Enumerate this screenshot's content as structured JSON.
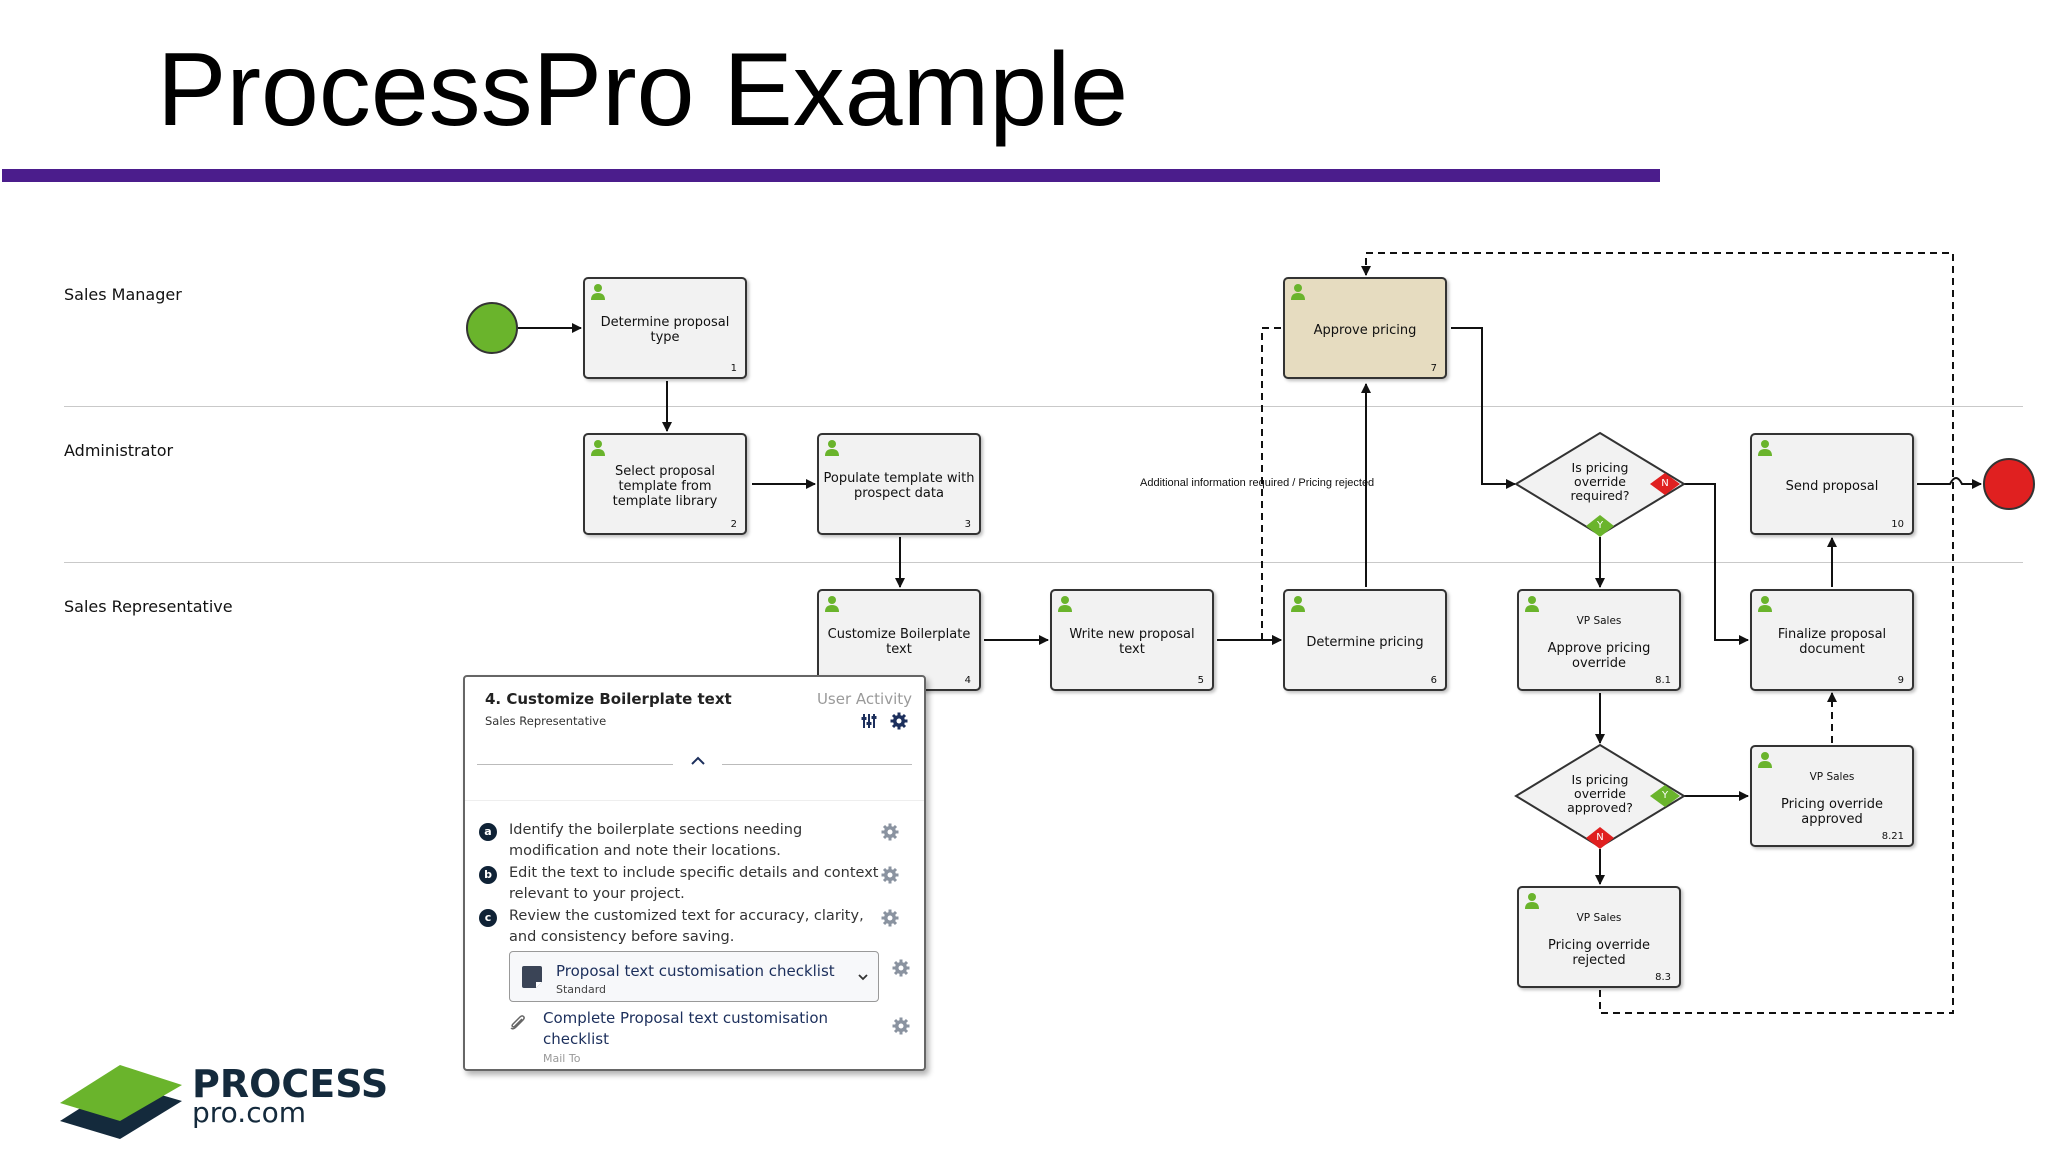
{
  "title": "ProcessPro Example",
  "colors": {
    "title_bar": "#4b1d8c",
    "start_event": "#6ab42c",
    "end_event": "#e02020",
    "highlight_task": "#e6dcc0",
    "gateway_yes": "#6ab42c",
    "gateway_no": "#e02020",
    "person_icon": "#6ab42c"
  },
  "lanes": [
    {
      "label": "Sales Manager"
    },
    {
      "label": "Administrator"
    },
    {
      "label": "Sales Representative"
    }
  ],
  "tasks": [
    {
      "id": "t1",
      "label": "Determine proposal type",
      "number": "1",
      "role": ""
    },
    {
      "id": "t2",
      "label": "Select proposal template from template library",
      "number": "2",
      "role": ""
    },
    {
      "id": "t3",
      "label": "Populate template with prospect data",
      "number": "3",
      "role": ""
    },
    {
      "id": "t4",
      "label": "Customize Boilerplate text",
      "number": "4",
      "role": ""
    },
    {
      "id": "t5",
      "label": "Write new proposal text",
      "number": "5",
      "role": ""
    },
    {
      "id": "t6",
      "label": "Determine pricing",
      "number": "6",
      "role": ""
    },
    {
      "id": "t7",
      "label": "Approve pricing",
      "number": "7",
      "role": ""
    },
    {
      "id": "t81",
      "label": "Approve pricing override",
      "number": "8.1",
      "role": "VP Sales"
    },
    {
      "id": "t821",
      "label": "Pricing override approved",
      "number": "8.21",
      "role": "VP Sales"
    },
    {
      "id": "t83",
      "label": "Pricing override rejected",
      "number": "8.3",
      "role": "VP Sales"
    },
    {
      "id": "t9",
      "label": "Finalize proposal document",
      "number": "9",
      "role": ""
    },
    {
      "id": "t10",
      "label": "Send proposal",
      "number": "10",
      "role": ""
    }
  ],
  "gateways": [
    {
      "id": "g1",
      "label": "Is pricing override required?",
      "yes": "Y",
      "no": "N"
    },
    {
      "id": "g2",
      "label": "Is pricing override approved?",
      "yes": "Y",
      "no": "N"
    }
  ],
  "edge_labels": [
    {
      "text": "Additional information required / Pricing rejected"
    }
  ],
  "activity_panel": {
    "title": "4. Customize Boilerplate text",
    "type": "User Activity",
    "role": "Sales Representative",
    "steps": [
      {
        "badge": "a",
        "text": "Identify the boilerplate sections needing modification and note their locations."
      },
      {
        "badge": "b",
        "text": "Edit the text to include specific details and context relevant to your project."
      },
      {
        "badge": "c",
        "text": "Review the customized text for accuracy, clarity, and consistency before saving."
      }
    ],
    "document": {
      "name": "Proposal text customisation checklist",
      "sub": "Standard"
    },
    "mail": {
      "text": "Complete Proposal text customisation checklist",
      "sub": "Mail To"
    }
  },
  "logo": {
    "word": "PROCESS",
    "sub": "pro.com"
  },
  "icons": [
    "person-icon",
    "settings-sliders-icon",
    "gear-icon",
    "chevron-up-icon",
    "chevron-down-icon",
    "document-icon",
    "paperclip-icon"
  ]
}
